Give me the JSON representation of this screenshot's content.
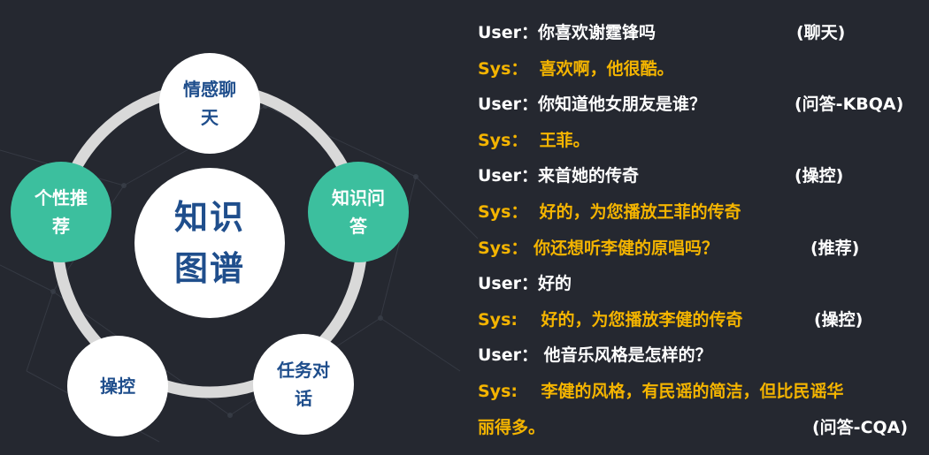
{
  "diagram": {
    "center": {
      "label": "知识图谱",
      "lines": [
        "知识",
        "图谱"
      ]
    },
    "nodes": [
      {
        "id": "emotional-chat",
        "lines": [
          "情感聊",
          "天"
        ],
        "style": "white"
      },
      {
        "id": "knowledge-qa",
        "lines": [
          "知识问",
          "答"
        ],
        "style": "teal"
      },
      {
        "id": "task-dialogue",
        "lines": [
          "任务对",
          "话"
        ],
        "style": "white"
      },
      {
        "id": "control",
        "lines": [
          "操控"
        ],
        "style": "white"
      },
      {
        "id": "recommendation",
        "lines": [
          "个性推",
          "荐"
        ],
        "style": "teal"
      }
    ],
    "colors": {
      "teal": "#3cbf9e",
      "ring": "#d9d9d9",
      "text_blue": "#1f4e8c"
    }
  },
  "dialogue": {
    "colors": {
      "user": "#ffffff",
      "sys": "#f4b400",
      "background": "#252830"
    },
    "lines": [
      {
        "speaker": "User：",
        "text": "你喜欢谢霆锋吗",
        "tag": "(聊天)",
        "role": "user"
      },
      {
        "speaker": "Sys：",
        "text": "  喜欢啊，他很酷。",
        "tag": "",
        "role": "sys"
      },
      {
        "speaker": "User：",
        "text": "你知道他女朋友是谁？",
        "tag": "(问答-KBQA)",
        "role": "user"
      },
      {
        "speaker": "Sys：",
        "text": "  王菲。",
        "tag": "",
        "role": "sys"
      },
      {
        "speaker": "User：",
        "text": "来首她的传奇",
        "tag": "(操控)",
        "role": "user"
      },
      {
        "speaker": "Sys：",
        "text": "  好的，为您播放王菲的传奇",
        "tag": "",
        "role": "sys"
      },
      {
        "speaker": "Sys：",
        "text": " 你还想听李健的原唱吗？",
        "tag": "(推荐)",
        "role": "sys"
      },
      {
        "speaker": "User：",
        "text": "好的",
        "tag": "",
        "role": "user"
      },
      {
        "speaker": "Sys:",
        "text": "    好的，为您播放李健的传奇",
        "tag": "(操控)",
        "role": "sys"
      },
      {
        "speaker": "User：",
        "text": " 他音乐风格是怎样的？",
        "tag": "",
        "role": "user"
      },
      {
        "speaker": "Sys:",
        "text": "    李健的风格，有民谣的简洁，但比民谣华",
        "tag": "",
        "role": "sys"
      },
      {
        "speaker": "",
        "text": "丽得多。",
        "tag": "(问答-CQA)",
        "role": "sys"
      }
    ]
  }
}
